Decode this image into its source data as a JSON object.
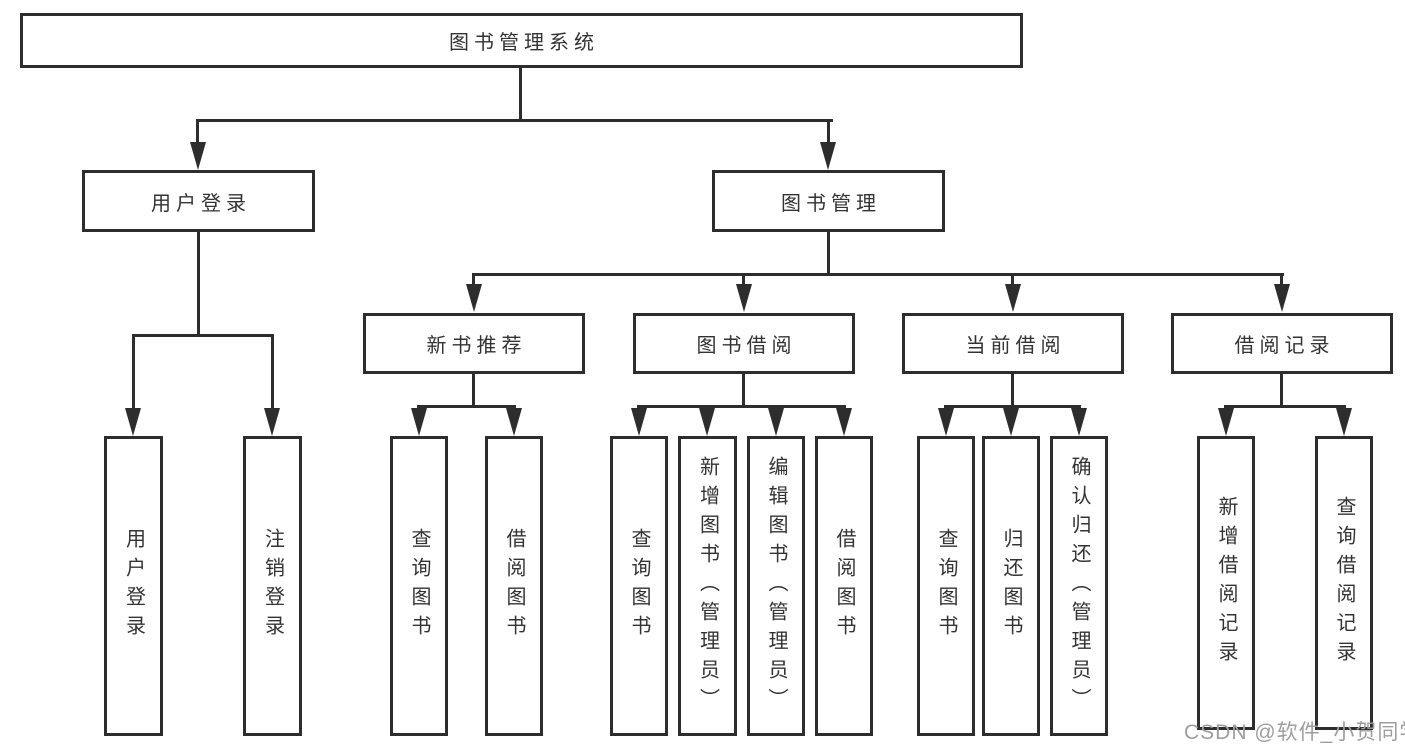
{
  "diagram": {
    "root": {
      "label": "图书管理系统"
    },
    "branches": [
      {
        "label": "用户登录",
        "children": [
          {
            "label": "用户登录"
          },
          {
            "label": "注销登录"
          }
        ]
      },
      {
        "label": "图书管理",
        "children": [
          {
            "label": "新书推荐",
            "children": [
              {
                "label": "查询图书"
              },
              {
                "label": "借阅图书"
              }
            ]
          },
          {
            "label": "图书借阅",
            "children": [
              {
                "label": "查询图书"
              },
              {
                "label": "新增图书（管理员）"
              },
              {
                "label": "编辑图书（管理员）"
              },
              {
                "label": "借阅图书"
              }
            ]
          },
          {
            "label": "当前借阅",
            "children": [
              {
                "label": "查询图书"
              },
              {
                "label": "归还图书"
              },
              {
                "label": "确认归还（管理员）"
              }
            ]
          },
          {
            "label": "借阅记录",
            "children": [
              {
                "label": "新增借阅记录"
              },
              {
                "label": "查询借阅记录"
              }
            ]
          }
        ]
      }
    ]
  },
  "watermark": {
    "text": "CSDN @软件_小贺同学",
    "color": "#9e9e9e"
  },
  "colors": {
    "line": "#2d2d2d",
    "text": "#333333",
    "background": "#ffffff"
  }
}
